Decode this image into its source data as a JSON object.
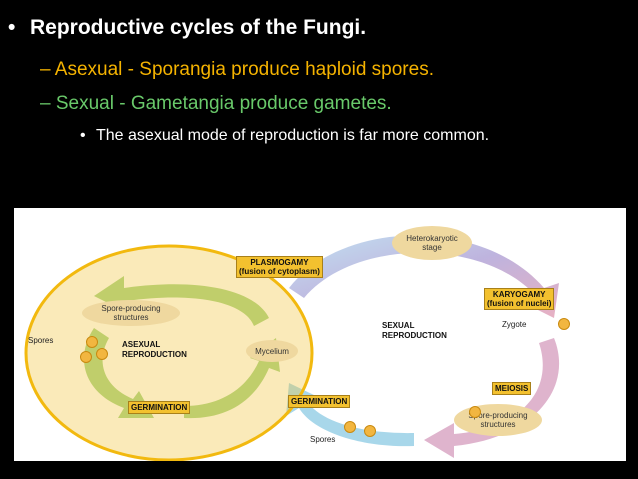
{
  "slide": {
    "bullet_main": "Reproductive cycles of the Fungi.",
    "sub_asexual": "– Asexual - Sporangia produce haploid spores.",
    "sub_sexual": "– Sexual - Gametangia produce gametes.",
    "note": "The asexual mode of reproduction is far more common."
  },
  "diagram": {
    "heterokaryotic": [
      "Heterokaryotic",
      "stage"
    ],
    "plasmogamy": [
      "PLASMOGAMY",
      "(fusion of cytoplasm)"
    ],
    "karyogamy": [
      "KARYOGAMY",
      "(fusion of nuclei)"
    ],
    "zygote": "Zygote",
    "sexual": [
      "SEXUAL",
      "REPRODUCTION"
    ],
    "meiosis": "MEIOSIS",
    "spore_structures_right": [
      "Spore-producing",
      "structures"
    ],
    "germination_right": "GERMINATION",
    "spores_bottom": "Spores",
    "mycelium": "Mycelium",
    "asexual": [
      "ASEXUAL",
      "REPRODUCTION"
    ],
    "spore_structures_left": [
      "Spore-producing",
      "structures"
    ],
    "spores_left": "Spores",
    "germination_left": "GERMINATION"
  },
  "colors": {
    "background": "#000000",
    "title_text": "#ffffff",
    "asexual_text": "#f5b300",
    "sexual_text": "#69c96a",
    "highlight_circle": "#f2b90f",
    "sexual_arrow": "#9fd3e8",
    "asexual_arrow": "#9ccf7a"
  },
  "icons": [
    "bullet-dot-icon",
    "cycle-arrow-icon",
    "spore-icon",
    "highlight-circle"
  ]
}
